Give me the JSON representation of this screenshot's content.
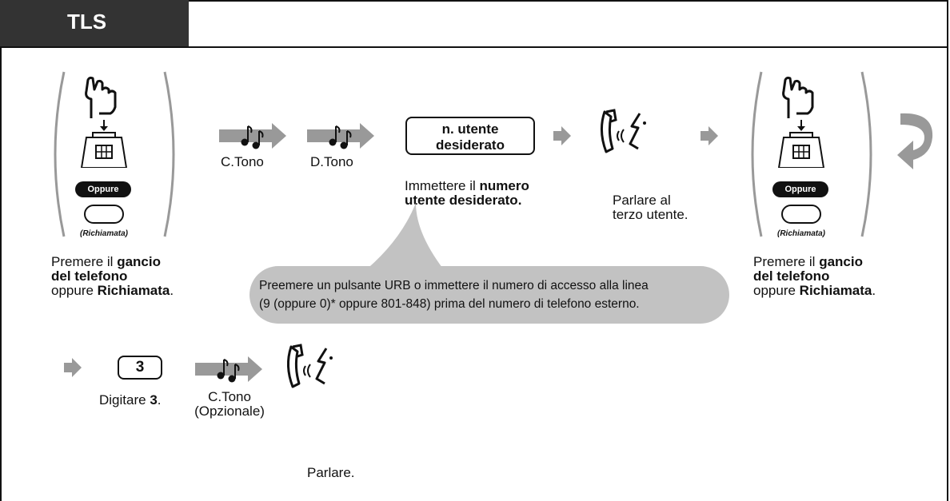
{
  "header": {
    "title": "TLS"
  },
  "step1": {
    "oppure": "Oppure",
    "flash_label": "(Richiamata)",
    "caption_pre": "Premere il ",
    "caption_bold1": "gancio",
    "caption_bold2": "del telefono",
    "caption_mid": "oppure ",
    "caption_bold3": "Richiamata",
    "caption_end": "."
  },
  "tones": {
    "c_tono": "C.Tono",
    "d_tono": "D.Tono"
  },
  "extension_box": {
    "line1": "n. utente",
    "line2": "desiderato"
  },
  "enter_caption": {
    "pre": "Immettere il ",
    "bold1": "numero",
    "bold2": "utente desiderato."
  },
  "talk_caption": {
    "line1": "Parlare al",
    "line2": "terzo utente."
  },
  "note": {
    "line1": "Preemere un pulsante URB o immettere il numero di accesso alla linea",
    "line2": "(9 (oppure 0)* oppure 801-848) prima del numero di telefono esterno."
  },
  "step2": {
    "oppure": "Oppure",
    "flash_label": "(Richiamata)",
    "caption_pre": "Premere il ",
    "caption_bold1": "gancio",
    "caption_bold2": "del telefono",
    "caption_mid": "oppure ",
    "caption_bold3": "Richiamata",
    "caption_end": "."
  },
  "bottom": {
    "key_digit": "3",
    "dial_pre": "Digitare ",
    "dial_bold": "3",
    "dial_end": ".",
    "tone_label": "C.Tono",
    "tone_optional": "(Opzionale)",
    "talk": "Parlare."
  }
}
